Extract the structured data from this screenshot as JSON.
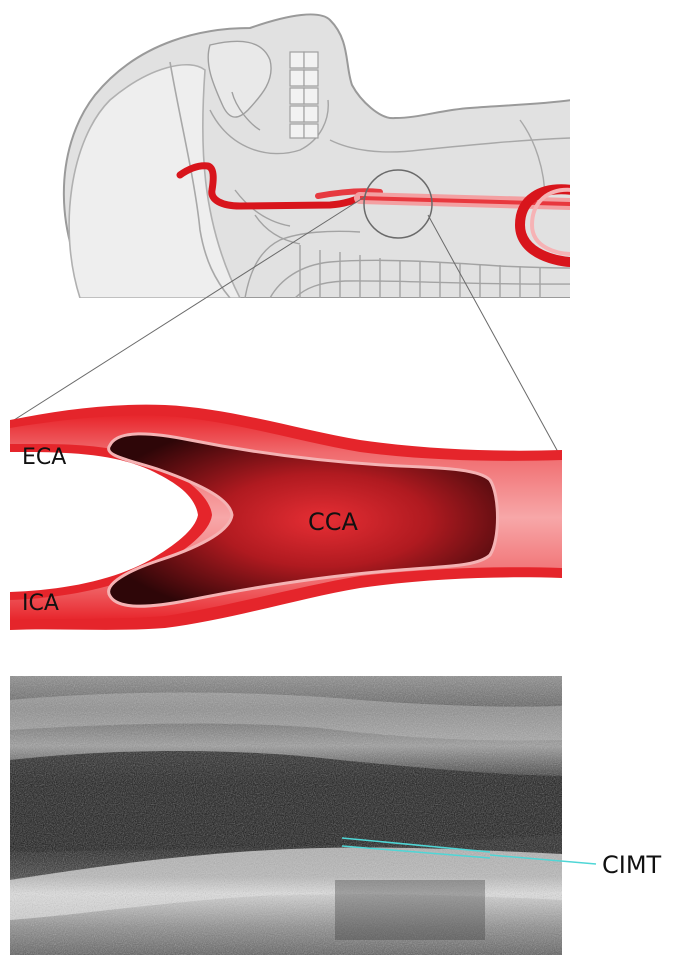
{
  "labels": {
    "eca": "ECA",
    "ica": "ICA",
    "cca": "CCA",
    "cimt": "CIMT"
  },
  "colors": {
    "artery_red": "#e8262c",
    "artery_light": "#f48a8c",
    "lumen_dark": "#3a0a0c",
    "anatomy_gray": "#d8d8d8",
    "anatomy_line": "#9a9a9a",
    "ultrasound_bg": "#1e1e1e",
    "ultrasound_bright": "#cfcfcf",
    "cimt_line": "#4fd6d6"
  },
  "panels": {
    "top": "head-neck-anatomy",
    "middle": "carotid-bifurcation",
    "bottom": "carotid-ultrasound"
  }
}
